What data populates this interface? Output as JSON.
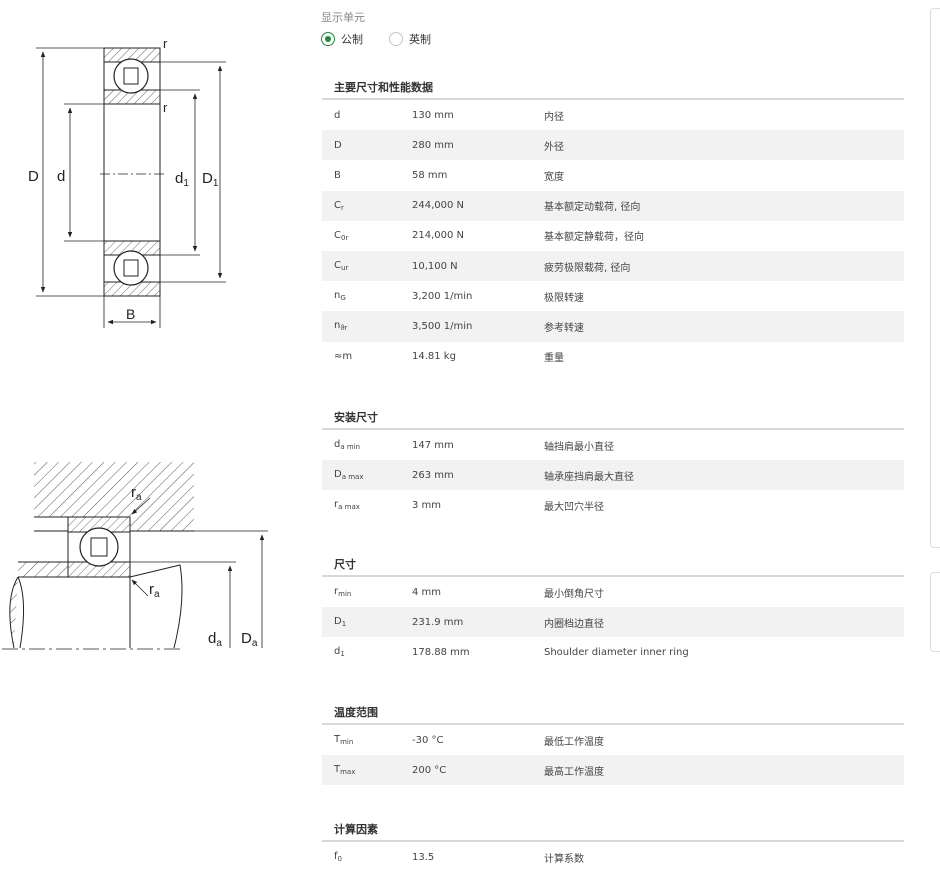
{
  "drawing": {
    "top": {
      "D": "D",
      "d": "d",
      "d1": "d",
      "d1_sub": "1",
      "D1": "D",
      "D1_sub": "1",
      "B": "B",
      "r_top": "r",
      "r_mid": "r"
    },
    "bottom": {
      "ra_top": "r",
      "ra_top_sub": "a",
      "ra_bot": "r",
      "ra_bot_sub": "a",
      "da": "d",
      "da_sub": "a",
      "Da": "D",
      "Da_sub": "a"
    }
  },
  "units": {
    "title": "显示单元",
    "options": [
      {
        "label": "公制",
        "selected": true
      },
      {
        "label": "英制",
        "selected": false
      }
    ]
  },
  "sections": [
    {
      "title": "主要尺寸和性能数据",
      "rows": [
        {
          "sym": "d",
          "sub": "",
          "value": "130 mm",
          "desc": "内径"
        },
        {
          "sym": "D",
          "sub": "",
          "value": "280 mm",
          "desc": "外径"
        },
        {
          "sym": "B",
          "sub": "",
          "value": "58 mm",
          "desc": "宽度"
        },
        {
          "sym": "C",
          "sub": "r",
          "value": "244,000 N",
          "desc": "基本额定动载荷, 径向"
        },
        {
          "sym": "C",
          "sub": "0r",
          "value": "214,000 N",
          "desc": "基本额定静载荷，径向"
        },
        {
          "sym": "C",
          "sub": "ur",
          "value": "10,100 N",
          "desc": "疲劳极限载荷, 径向"
        },
        {
          "sym": "n",
          "sub": "G",
          "value": "3,200 1/min",
          "desc": "极限转速"
        },
        {
          "sym": "n",
          "sub": "ϑr",
          "value": "3,500 1/min",
          "desc": "参考转速"
        },
        {
          "sym": "≈m",
          "sub": "",
          "value": "14.81 kg",
          "desc": "重量"
        }
      ]
    },
    {
      "title": "安装尺寸",
      "rows": [
        {
          "sym": "d",
          "sub": "a min",
          "value": "147 mm",
          "desc": "轴挡肩最小直径"
        },
        {
          "sym": "D",
          "sub": "a max",
          "value": "263 mm",
          "desc": "轴承座挡肩最大直径"
        },
        {
          "sym": "r",
          "sub": "a max",
          "value": "3 mm",
          "desc": "最大凹穴半径"
        }
      ]
    },
    {
      "title": "尺寸",
      "rows": [
        {
          "sym": "r",
          "sub": "min",
          "value": "4 mm",
          "desc": "最小倒角尺寸"
        },
        {
          "sym": "D",
          "sub": "1",
          "value": "231.9 mm",
          "desc": "内圈档边直径"
        },
        {
          "sym": "d",
          "sub": "1",
          "value": "178.88 mm",
          "desc": "Shoulder diameter inner ring"
        }
      ]
    },
    {
      "title": "温度范围",
      "rows": [
        {
          "sym": "T",
          "sub": "min",
          "value": "-30 °C",
          "desc": "最低工作温度"
        },
        {
          "sym": "T",
          "sub": "max",
          "value": "200 °C",
          "desc": "最高工作温度"
        }
      ]
    },
    {
      "title": "计算因素",
      "rows": [
        {
          "sym": "f",
          "sub": "0",
          "value": "13.5",
          "desc": "计算系数"
        }
      ]
    }
  ]
}
